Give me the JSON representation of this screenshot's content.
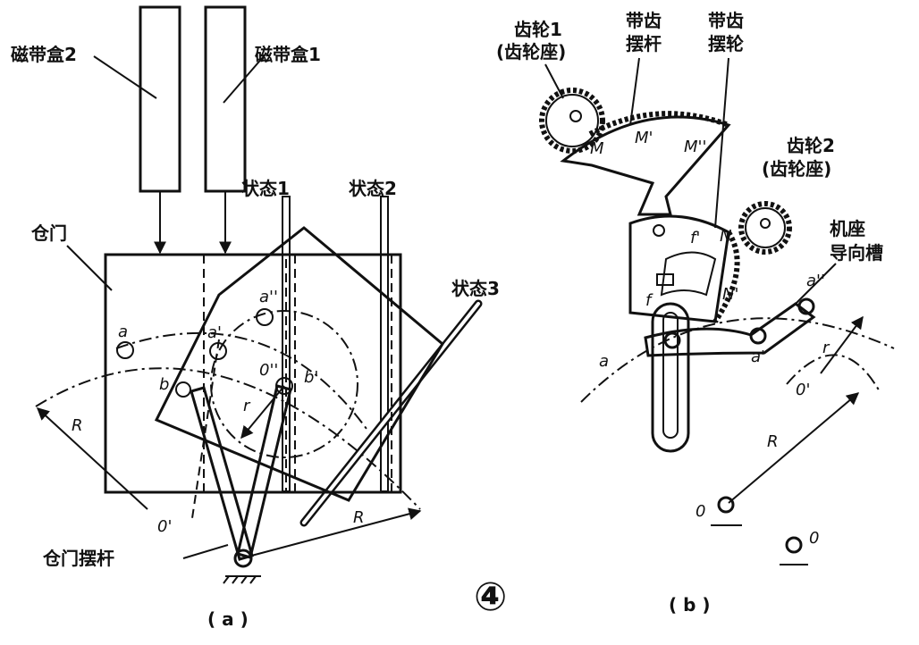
{
  "figure_number": "④",
  "panel_a": {
    "caption": "( a )",
    "labels": {
      "cassette2": "磁带盒2",
      "cassette1": "磁带盒1",
      "state1": "状态1",
      "state2": "状态2",
      "state3": "状态3",
      "door": "仓门",
      "door_rocker": "仓门摆杆",
      "R_left": "R",
      "R_bottom": "R",
      "r": "r",
      "a": "a",
      "a1": "a'",
      "a2": "a''",
      "b": "b",
      "b1": "b'",
      "o1": "0'",
      "o2": "0''"
    }
  },
  "panel_b": {
    "caption": "( b )",
    "labels": {
      "gear1": "齿轮1",
      "gear1_seat": "(齿轮座)",
      "toothed_rocker_1": "带齿",
      "toothed_rocker_2": "摆杆",
      "toothed_wheel_1": "带齿",
      "toothed_wheel_2": "摆轮",
      "gear2": "齿轮2",
      "gear2_seat": "(齿轮座)",
      "base_1": "机座",
      "base_2": "导向槽",
      "M": "M",
      "M1": "M'",
      "M2": "M''",
      "N": "N",
      "N1": "N'",
      "f": "f",
      "f1": "f'",
      "a": "a",
      "a1": "a'",
      "a2": "a''",
      "o1": "0'",
      "r": "r",
      "R": "R",
      "o_pivot": "0",
      "o_ground": "0"
    }
  }
}
